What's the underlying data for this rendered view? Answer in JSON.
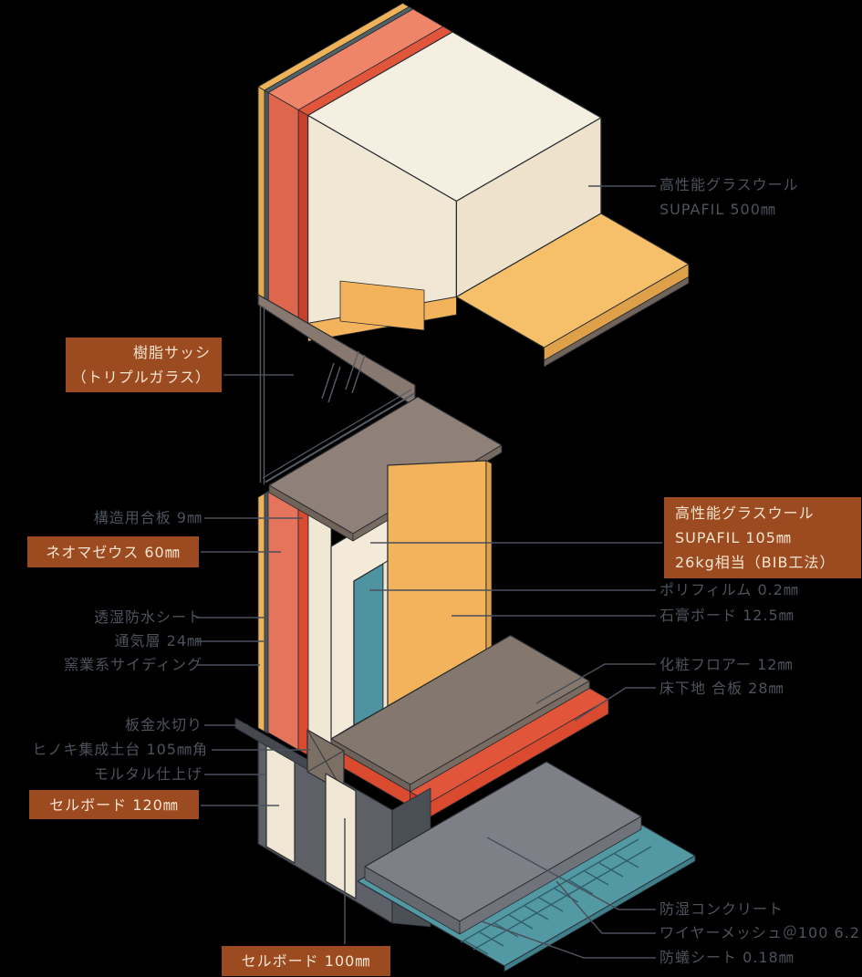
{
  "page": {
    "background": "#000000"
  },
  "palette": {
    "highlight_box": "#9c4b21",
    "highlight_text": "#f3e4d0",
    "label_text": "#4d535c",
    "leader_line": "#4a505a",
    "insulation_cream": "#f1e7d5",
    "neoma_salmon": "#e4745c",
    "plywood_red": "#d94a2e",
    "gypsum_yellow": "#f2b35c",
    "polyfilm_teal": "#4f93a0",
    "sill_gray_brown": "#87796f",
    "concrete_gray": "#7d8187",
    "foundation_gray": "#5e6067"
  },
  "labels": {
    "supafil500": {
      "line1": "高性能グラスウール",
      "line2": "SUPAFIL 500㎜"
    },
    "sash": {
      "line1": "樹脂サッシ",
      "line2": "（トリプルガラス）"
    },
    "structural_plywood": "構造用合板 9㎜",
    "neoma_zeus": "ネオマゼウス 60㎜",
    "breathable_sheet": "透湿防水シート",
    "air_layer": "通気層 24㎜",
    "siding": "窯業系サイディング",
    "flashing": "板金水切り",
    "hinoki_sill": "ヒノキ集成土台 105㎜角",
    "mortar": "モルタル仕上げ",
    "cellboard_120": "セルボード 120㎜",
    "cellboard_100": "セルボード 100㎜",
    "supafil105": {
      "line1": "高性能グラスウール",
      "line2": "SUPAFIL 105㎜",
      "line3": "26kg相当（BIB工法）"
    },
    "polyfilm": "ポリフィルム 0.2㎜",
    "gypsum_board": "石膏ボード 12.5㎜",
    "floor_finish": "化粧フロアー 12㎜",
    "subfloor": "床下地 合板 28㎜",
    "moisture_concrete": "防湿コンクリート",
    "wire_mesh": "ワイヤーメッシュ＠100 6.2",
    "ant_sheet": "防蟻シート 0.18㎜"
  }
}
